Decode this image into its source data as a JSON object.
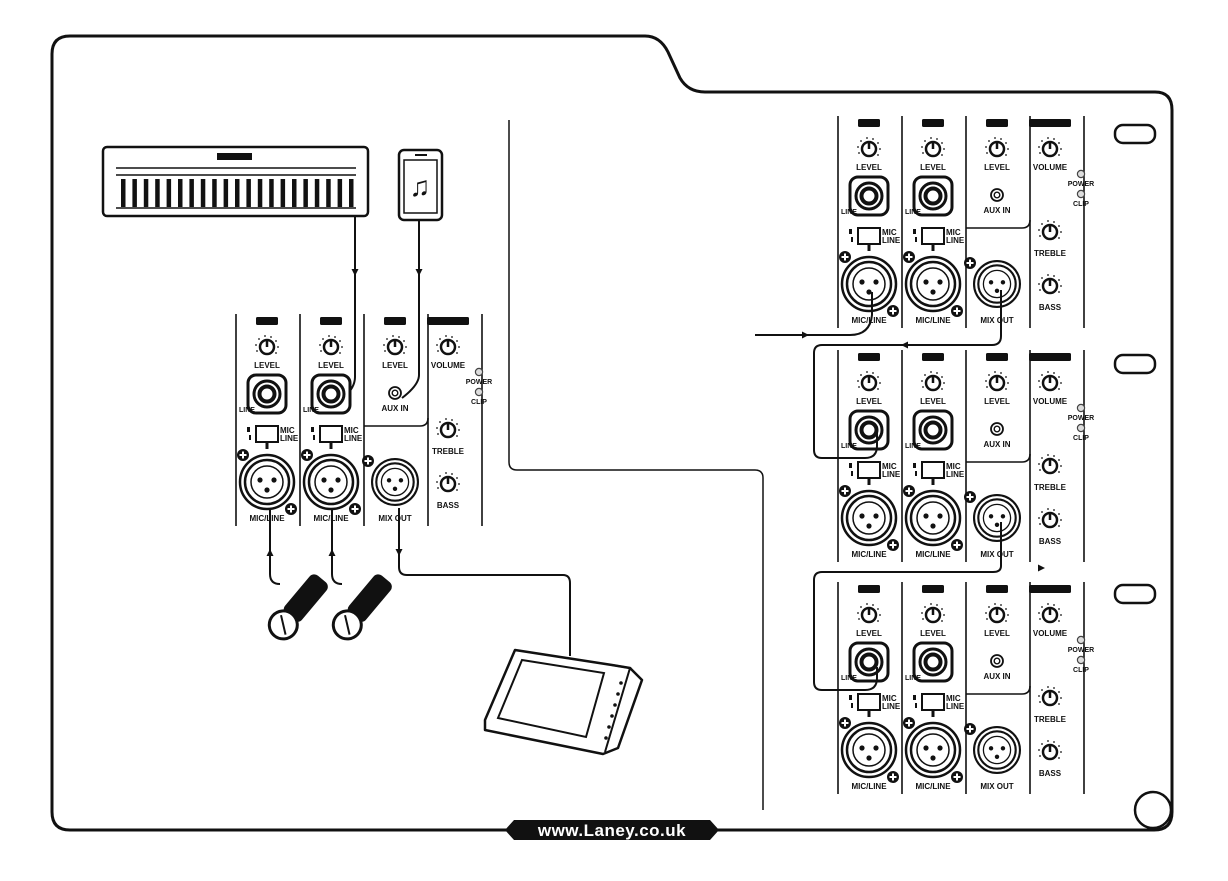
{
  "website": {
    "url": "www.Laney.co.uk"
  },
  "devices": {
    "keyboard": {
      "icon": "keyboard-icon"
    },
    "phone": {
      "icon": "music-note-icon",
      "glyph": "♫"
    },
    "microphones": {
      "icon": "microphone-icon",
      "count": 2
    },
    "monitor": {
      "icon": "stage-monitor-icon"
    }
  },
  "panel": {
    "labels": {
      "level": "LEVEL",
      "line": "LINE",
      "mic": "MIC",
      "line_sw": "LINE",
      "mic_line": "MIC/LINE",
      "aux_in": "AUX IN",
      "mix_out": "MIX OUT",
      "volume": "VOLUME",
      "power": "POWER",
      "clip": "CLIP",
      "treble": "TREBLE",
      "bass": "BASS"
    }
  },
  "colors": {
    "ink": "#111111",
    "background": "#ffffff"
  }
}
